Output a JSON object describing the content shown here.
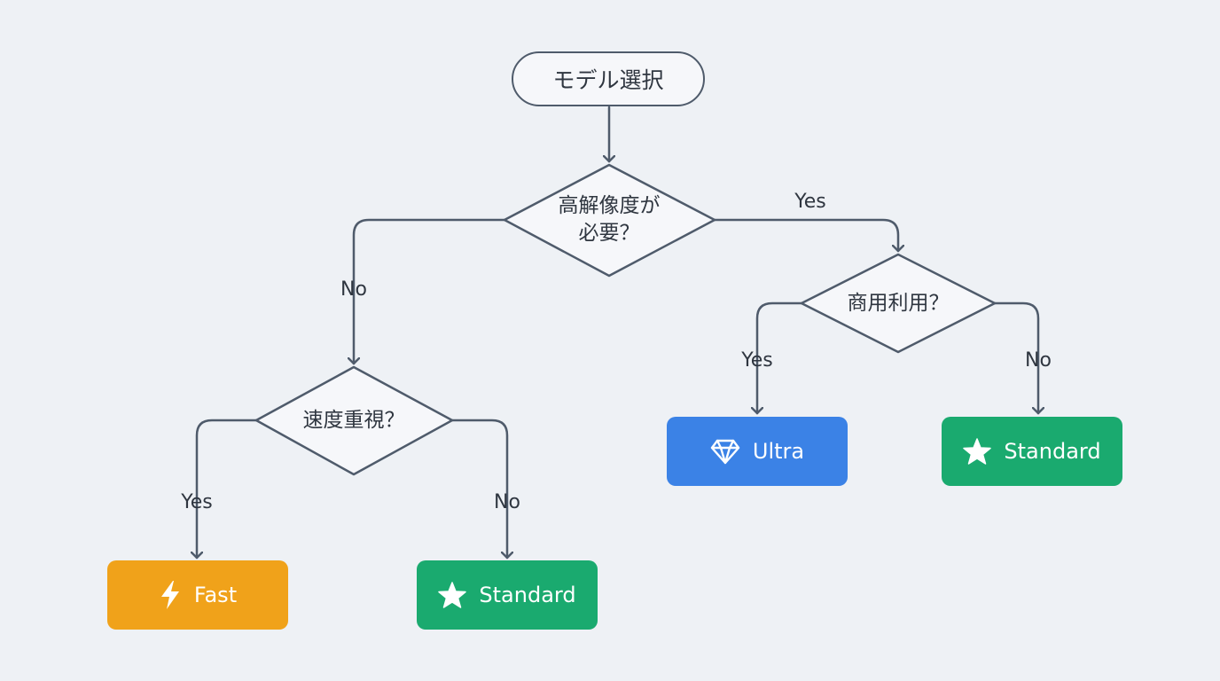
{
  "start": {
    "label": "モデル選択"
  },
  "decisions": {
    "high_res": {
      "line1": "高解像度が",
      "line2": "必要？"
    },
    "commercial": {
      "label": "商用利用？"
    },
    "speed": {
      "label": "速度重視？"
    }
  },
  "edge_labels": {
    "high_res_yes": "Yes",
    "high_res_no": "No",
    "commercial_yes": "Yes",
    "commercial_no": "No",
    "speed_yes": "Yes",
    "speed_no": "No"
  },
  "results": {
    "ultra": {
      "label": "Ultra",
      "icon": "diamond-icon",
      "color": "#3b82e6"
    },
    "standard_right": {
      "label": "Standard",
      "icon": "star-icon",
      "color": "#1aaa6f"
    },
    "fast": {
      "label": "Fast",
      "icon": "lightning-icon",
      "color": "#f0a21a"
    },
    "standard_left": {
      "label": "Standard",
      "icon": "star-icon",
      "color": "#1aaa6f"
    }
  },
  "colors": {
    "background": "#eef1f5",
    "line": "#4f5b6b",
    "text": "#2f3640"
  }
}
